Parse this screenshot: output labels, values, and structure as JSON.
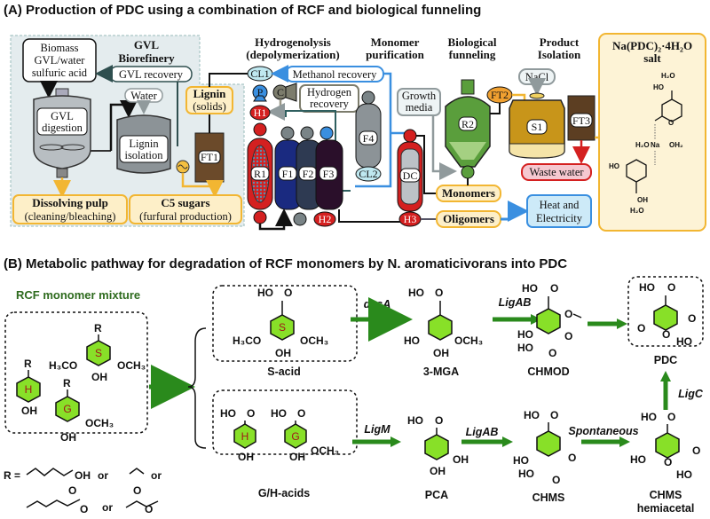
{
  "panel_a": {
    "title": "(A) Production of PDC using a combination of RCF and biological funneling",
    "sections": {
      "gvl_title_1": "GVL",
      "gvl_title_2": "Biorefinery",
      "hydro_1": "Hydrogenolysis",
      "hydro_2": "(depolymerization)",
      "mono_1": "Monomer",
      "mono_2": "purification",
      "bio_1": "Biological",
      "bio_2": "funneling",
      "prod_1": "Product",
      "prod_2": "Isolation"
    },
    "boxes": {
      "biomass_1": "Biomass",
      "biomass_2": "GVL/water",
      "biomass_3": "sulfuric acid",
      "gvl_recovery": "GVL recovery",
      "water": "Water",
      "gvl_digestion_1": "GVL",
      "gvl_digestion_2": "digestion",
      "lignin_isolation_1": "Lignin",
      "lignin_isolation_2": "isolation",
      "lignin_1": "Lignin",
      "lignin_2": "(solids)",
      "dissolving_1": "Dissolving pulp",
      "dissolving_2": "(cleaning/bleaching)",
      "c5_1": "C5 sugars",
      "c5_2": "(furfural production)",
      "methanol_recovery": "Methanol recovery",
      "hydrogen_1": "Hydrogen",
      "hydrogen_2": "recovery",
      "growth_1": "Growth",
      "growth_2": "media",
      "nacl": "NaCl",
      "monomers": "Monomers",
      "oligomers": "Oligomers",
      "waste_water": "Waste water",
      "heat_1": "Heat and",
      "heat_2": "Electricity"
    },
    "units": {
      "ft1": "FT1",
      "cl1": "CL1",
      "p": "P",
      "c": "C",
      "h1": "H1",
      "r1": "R1",
      "f1": "F1",
      "f2": "F2",
      "f3": "F3",
      "h2": "H2",
      "f4": "F4",
      "cl2": "CL2",
      "dc": "DC",
      "h3": "H3",
      "r2": "R2",
      "ft2": "FT2",
      "s1": "S1",
      "ft3": "FT3"
    },
    "salt": {
      "title_1": "Na(PDC)₂·4H₂O",
      "title_2": "salt",
      "h2o": "H₂O",
      "ho": "HO",
      "na": "Na",
      "oh2": "OH₂",
      "oh": "OH",
      "o": "O"
    },
    "colors": {
      "gvl_panel_bg": "#e4ecee",
      "yellow_box": "#fdefc8",
      "yellow_border": "#f2b632",
      "red_vessel": "#d42020",
      "blue_stream": "#3a8fe0",
      "green_reactor": "#5a9e3c",
      "gold_tank": "#c8951a"
    }
  },
  "panel_b": {
    "title": "(B) Metabolic pathway for degradation of RCF monomers by N. aromaticivorans into PDC",
    "mixture_title": "RCF monomer mixture",
    "ring_letters": {
      "s": "S",
      "h": "H",
      "g": "G"
    },
    "groups": {
      "r": "R",
      "oh": "OH",
      "ho": "HO",
      "o": "O",
      "och3": "OCH₃",
      "h3co": "H₃CO"
    },
    "r_definition": {
      "prefix": "R =",
      "or": "or"
    },
    "compounds": {
      "s_acid": "S-acid",
      "gh_acids": "G/H-acids",
      "mga": "3-MGA",
      "chmod": "CHMOD",
      "pca": "PCA",
      "chms": "CHMS",
      "chms_hemi_1": "CHMS",
      "chms_hemi_2": "hemiacetal",
      "pdc": "PDC"
    },
    "enzymes": {
      "desA": "desA",
      "ligAB_top": "LigAB",
      "ligM": "LigM",
      "ligAB_bottom": "LigAB",
      "spontaneous": "Spontaneous",
      "ligC": "LigC"
    },
    "colors": {
      "arrow_green": "#2a8a1c",
      "ring_fill": "#88e028",
      "title_green": "#2e6b1e"
    }
  }
}
